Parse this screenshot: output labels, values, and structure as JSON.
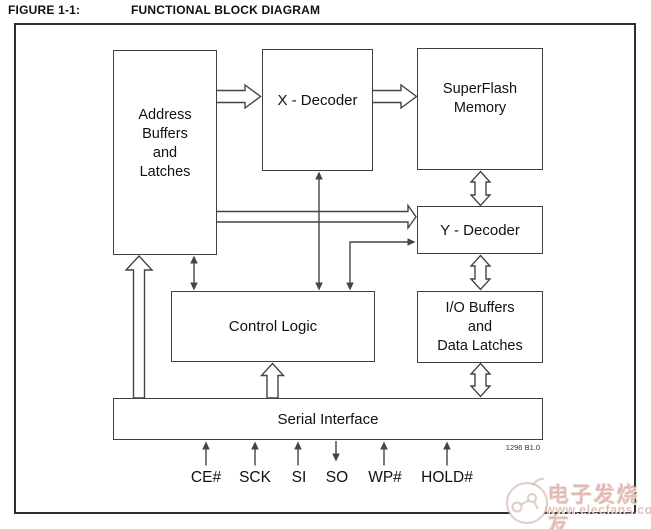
{
  "figure": {
    "label": "FIGURE 1-1:",
    "title": "FUNCTIONAL BLOCK DIAGRAM",
    "note": "1296 B1.0"
  },
  "blocks": {
    "address_buffers": "Address\nBuffers\nand\nLatches",
    "x_decoder": "X - Decoder",
    "superflash": "SuperFlash\nMemory",
    "y_decoder": "Y - Decoder",
    "control_logic": "Control Logic",
    "io_buffers": "I/O Buffers\nand\nData Latches",
    "serial_interface": "Serial Interface"
  },
  "pins": [
    {
      "label": "CE#",
      "direction": "input"
    },
    {
      "label": "SCK",
      "direction": "input"
    },
    {
      "label": "SI",
      "direction": "input"
    },
    {
      "label": "SO",
      "direction": "output"
    },
    {
      "label": "WP#",
      "direction": "input"
    },
    {
      "label": "HOLD#",
      "direction": "input"
    }
  ],
  "connections": [
    {
      "from": "address_buffers",
      "to": "x_decoder",
      "style": "hollow-bus",
      "bidirectional": false
    },
    {
      "from": "x_decoder",
      "to": "superflash",
      "style": "hollow-bus",
      "bidirectional": false
    },
    {
      "from": "superflash",
      "to": "y_decoder",
      "style": "hollow-bus",
      "bidirectional": true
    },
    {
      "from": "address_buffers",
      "to": "y_decoder",
      "style": "hollow-bus",
      "bidirectional": false
    },
    {
      "from": "x_decoder",
      "to": "control_logic",
      "style": "line",
      "bidirectional": true
    },
    {
      "from": "control_logic",
      "to": "y_decoder",
      "style": "line",
      "bidirectional": true
    },
    {
      "from": "address_buffers",
      "to": "control_logic",
      "style": "line",
      "bidirectional": true
    },
    {
      "from": "serial_interface",
      "to": "address_buffers",
      "style": "hollow-bus",
      "bidirectional": false
    },
    {
      "from": "serial_interface",
      "to": "control_logic",
      "style": "hollow-bus",
      "bidirectional": false
    },
    {
      "from": "y_decoder",
      "to": "io_buffers",
      "style": "hollow-bus",
      "bidirectional": true
    },
    {
      "from": "io_buffers",
      "to": "serial_interface",
      "style": "hollow-bus",
      "bidirectional": true
    }
  ],
  "watermark": {
    "text": "电子发烧友",
    "url": "www.elecfans.com"
  },
  "colors": {
    "line": "#454545",
    "text": "#111111",
    "watermark_accent": "#cf887a"
  }
}
